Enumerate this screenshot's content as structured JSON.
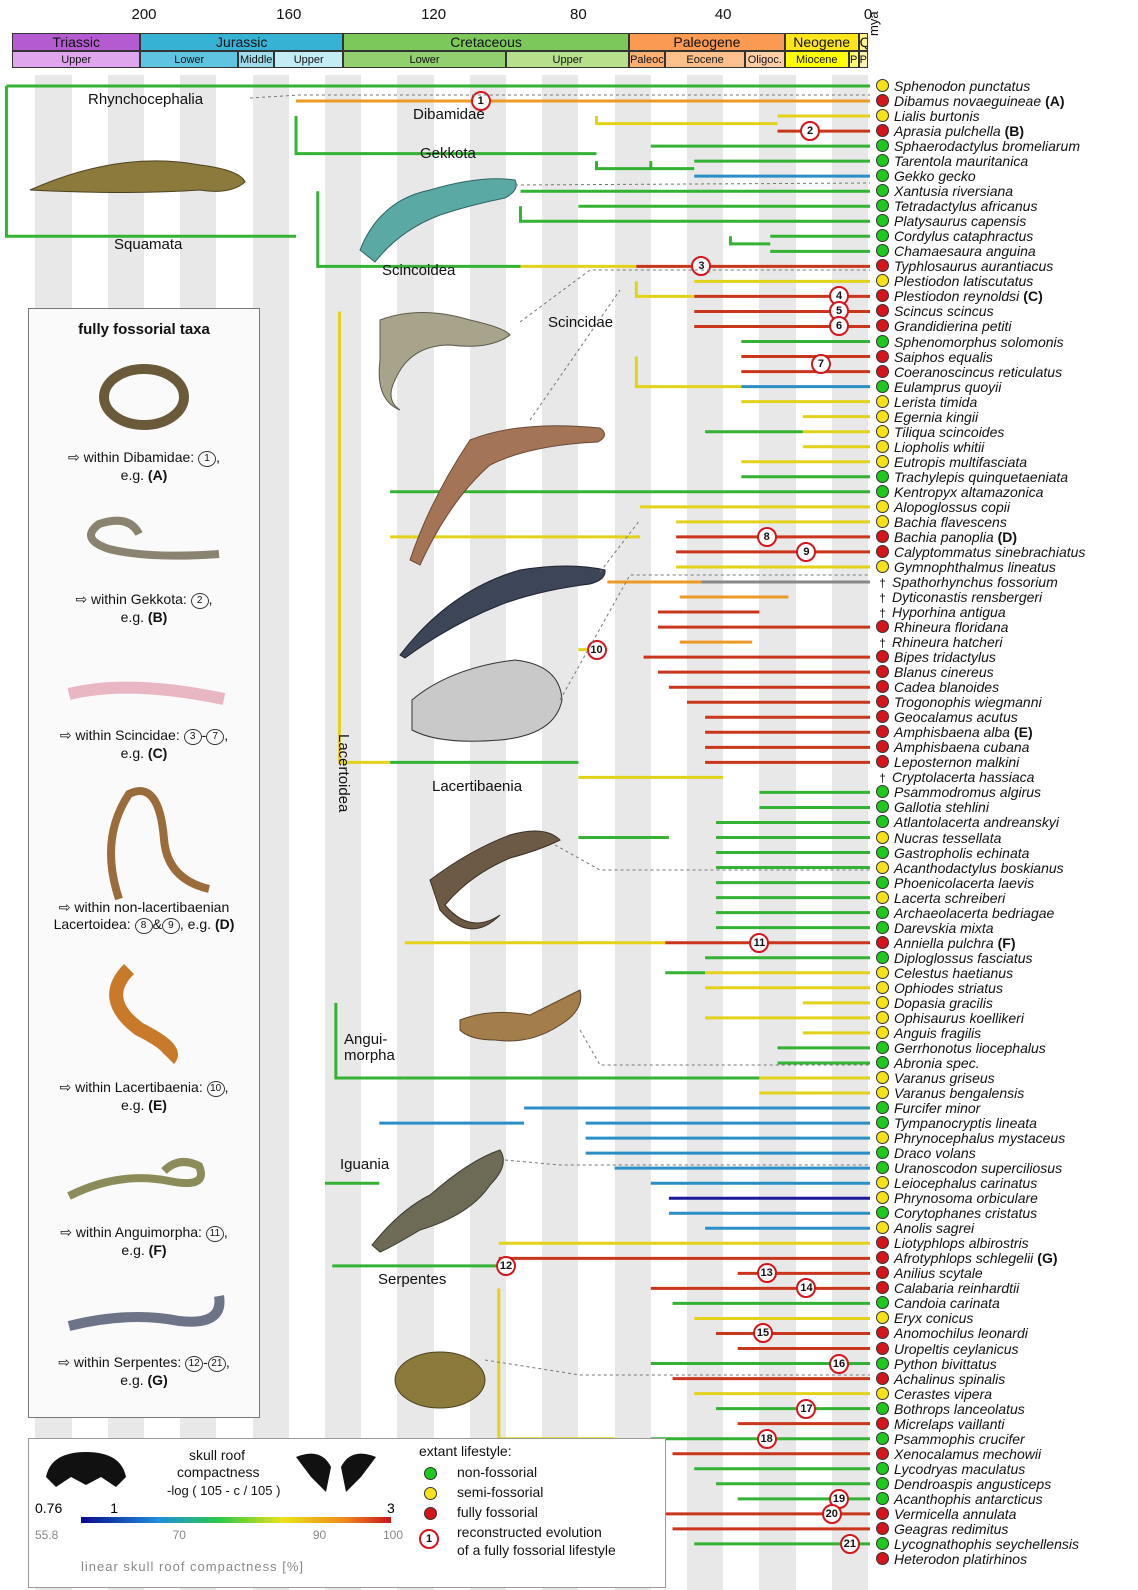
{
  "axis": {
    "ticks": [
      {
        "label": "200",
        "value": 200
      },
      {
        "label": "160",
        "value": 160
      },
      {
        "label": "120",
        "value": 120
      },
      {
        "label": "80",
        "value": 80
      },
      {
        "label": "40",
        "value": 40
      },
      {
        "label": "0",
        "value": 0
      }
    ],
    "unit": "mya",
    "periods": [
      {
        "label": "Triassic",
        "from": 240,
        "to": 201,
        "color": "#b55bd1"
      },
      {
        "label": "Jurassic",
        "from": 201,
        "to": 145,
        "color": "#35b2d4"
      },
      {
        "label": "Cretaceous",
        "from": 145,
        "to": 66,
        "color": "#7cc85a"
      },
      {
        "label": "Paleogene",
        "from": 66,
        "to": 23,
        "color": "#fb9a52"
      },
      {
        "label": "Neogene",
        "from": 23,
        "to": 2.6,
        "color": "#ffe619"
      },
      {
        "label": "Q",
        "from": 2.6,
        "to": 0,
        "color": "#fff28a"
      }
    ],
    "epochs": [
      {
        "label": "Upper",
        "from": 240,
        "to": 201,
        "color": "#dfa6ee"
      },
      {
        "label": "Lower",
        "from": 201,
        "to": 174,
        "color": "#5fc4df"
      },
      {
        "label": "Middle",
        "from": 174,
        "to": 164,
        "color": "#9fdcec"
      },
      {
        "label": "Upper",
        "from": 164,
        "to": 145,
        "color": "#c4ecf5"
      },
      {
        "label": "Lower",
        "from": 145,
        "to": 100,
        "color": "#92cf6e"
      },
      {
        "label": "Upper",
        "from": 100,
        "to": 66,
        "color": "#b7e08d"
      },
      {
        "label": "Paleoc.",
        "from": 66,
        "to": 56,
        "color": "#fdb06f"
      },
      {
        "label": "Eocene",
        "from": 56,
        "to": 34,
        "color": "#fdc08c"
      },
      {
        "label": "Oligoc.",
        "from": 34,
        "to": 23,
        "color": "#fecfa6"
      },
      {
        "label": "Miocene",
        "from": 23,
        "to": 5.3,
        "color": "#ffff00"
      },
      {
        "label": "P",
        "from": 5.3,
        "to": 2.6,
        "color": "#ffff6e"
      },
      {
        "label": "P",
        "from": 2.6,
        "to": 0,
        "color": "#fff2ae"
      }
    ]
  },
  "taxa": [
    {
      "name": "Sphenodon punctatus",
      "life": "y"
    },
    {
      "name": "Dibamus novaeguineae",
      "life": "r",
      "note": "(A)"
    },
    {
      "name": "Lialis burtonis",
      "life": "y"
    },
    {
      "name": "Aprasia pulchella",
      "life": "r",
      "note": "(B)"
    },
    {
      "name": "Sphaerodactylus bromeliarum",
      "life": "g"
    },
    {
      "name": "Tarentola mauritanica",
      "life": "g"
    },
    {
      "name": "Gekko gecko",
      "life": "g"
    },
    {
      "name": "Xantusia riversiana",
      "life": "g"
    },
    {
      "name": "Tetradactylus africanus",
      "life": "g"
    },
    {
      "name": "Platysaurus capensis",
      "life": "g"
    },
    {
      "name": "Cordylus cataphractus",
      "life": "g"
    },
    {
      "name": "Chamaesaura anguina",
      "life": "g"
    },
    {
      "name": "Typhlosaurus aurantiacus",
      "life": "r"
    },
    {
      "name": "Plestiodon latiscutatus",
      "life": "y"
    },
    {
      "name": "Plestiodon reynoldsi",
      "life": "r",
      "note": "(C)"
    },
    {
      "name": "Scincus scincus",
      "life": "r"
    },
    {
      "name": "Grandidierina petiti",
      "life": "r"
    },
    {
      "name": "Sphenomorphus solomonis",
      "life": "g"
    },
    {
      "name": "Saiphos equalis",
      "life": "r"
    },
    {
      "name": "Coeranoscincus reticulatus",
      "life": "r"
    },
    {
      "name": "Eulamprus quoyii",
      "life": "g"
    },
    {
      "name": "Lerista timida",
      "life": "y"
    },
    {
      "name": "Egernia kingii",
      "life": "y"
    },
    {
      "name": "Tiliqua scincoides",
      "life": "y"
    },
    {
      "name": "Liopholis whitii",
      "life": "y"
    },
    {
      "name": "Eutropis multifasciata",
      "life": "y"
    },
    {
      "name": "Trachylepis quinquetaeniata",
      "life": "g"
    },
    {
      "name": "Kentropyx altamazonica",
      "life": "g"
    },
    {
      "name": "Alopoglossus copii",
      "life": "y"
    },
    {
      "name": "Bachia flavescens",
      "life": "y"
    },
    {
      "name": "Bachia panoplia",
      "life": "r",
      "note": "(D)"
    },
    {
      "name": "Calyptommatus sinebrachiatus",
      "life": "r"
    },
    {
      "name": "Gymnophthalmus lineatus",
      "life": "y"
    },
    {
      "name": "Spathorhynchus fossorium",
      "life": "fossil"
    },
    {
      "name": "Dyticonastis rensbergeri",
      "life": "fossil"
    },
    {
      "name": "Hyporhina antigua",
      "life": "fossil"
    },
    {
      "name": "Rhineura floridana",
      "life": "r"
    },
    {
      "name": "Rhineura hatcheri",
      "life": "fossil"
    },
    {
      "name": "Bipes tridactylus",
      "life": "r"
    },
    {
      "name": "Blanus cinereus",
      "life": "r"
    },
    {
      "name": "Cadea blanoides",
      "life": "r"
    },
    {
      "name": "Trogonophis wiegmanni",
      "life": "r"
    },
    {
      "name": "Geocalamus acutus",
      "life": "r"
    },
    {
      "name": "Amphisbaena alba",
      "life": "r",
      "note": "(E)"
    },
    {
      "name": "Amphisbaena cubana",
      "life": "r"
    },
    {
      "name": "Leposternon malkini",
      "life": "r"
    },
    {
      "name": "Cryptolacerta hassiaca",
      "life": "fossil"
    },
    {
      "name": "Psammodromus algirus",
      "life": "g"
    },
    {
      "name": "Gallotia stehlini",
      "life": "g"
    },
    {
      "name": "Atlantolacerta andreanskyi",
      "life": "g"
    },
    {
      "name": "Nucras tessellata",
      "life": "y"
    },
    {
      "name": "Gastropholis echinata",
      "life": "g"
    },
    {
      "name": "Acanthodactylus boskianus",
      "life": "y"
    },
    {
      "name": "Phoenicolacerta laevis",
      "life": "g"
    },
    {
      "name": "Lacerta schreiberi",
      "life": "y"
    },
    {
      "name": "Archaeolacerta bedriagae",
      "life": "g"
    },
    {
      "name": "Darevskia mixta",
      "life": "g"
    },
    {
      "name": "Anniella pulchra",
      "life": "r",
      "note": "(F)"
    },
    {
      "name": "Diploglossus fasciatus",
      "life": "g"
    },
    {
      "name": "Celestus haetianus",
      "life": "y"
    },
    {
      "name": "Ophiodes striatus",
      "life": "y"
    },
    {
      "name": "Dopasia gracilis",
      "life": "y"
    },
    {
      "name": "Ophisaurus koellikeri",
      "life": "y"
    },
    {
      "name": "Anguis fragilis",
      "life": "y"
    },
    {
      "name": "Gerrhonotus liocephalus",
      "life": "g"
    },
    {
      "name": "Abronia spec.",
      "life": "g"
    },
    {
      "name": "Varanus griseus",
      "life": "y"
    },
    {
      "name": "Varanus bengalensis",
      "life": "y"
    },
    {
      "name": "Furcifer minor",
      "life": "g"
    },
    {
      "name": "Tympanocryptis lineata",
      "life": "g"
    },
    {
      "name": "Phrynocephalus mystaceus",
      "life": "y"
    },
    {
      "name": "Draco volans",
      "life": "g"
    },
    {
      "name": "Uranoscodon superciliosus",
      "life": "g"
    },
    {
      "name": "Leiocephalus carinatus",
      "life": "y"
    },
    {
      "name": "Phrynosoma orbiculare",
      "life": "y"
    },
    {
      "name": "Corytophanes cristatus",
      "life": "g"
    },
    {
      "name": "Anolis sagrei",
      "life": "y"
    },
    {
      "name": "Liotyphlops albirostris",
      "life": "r"
    },
    {
      "name": "Afrotyphlops schlegelii",
      "life": "r",
      "note": "(G)"
    },
    {
      "name": "Anilius scytale",
      "life": "r"
    },
    {
      "name": "Calabaria reinhardtii",
      "life": "r"
    },
    {
      "name": "Candoia carinata",
      "life": "g"
    },
    {
      "name": "Eryx conicus",
      "life": "y"
    },
    {
      "name": "Anomochilus leonardi",
      "life": "r"
    },
    {
      "name": "Uropeltis ceylanicus",
      "life": "r"
    },
    {
      "name": "Python bivittatus",
      "life": "g"
    },
    {
      "name": "Achalinus spinalis",
      "life": "r"
    },
    {
      "name": "Cerastes vipera",
      "life": "y"
    },
    {
      "name": "Bothrops lanceolatus",
      "life": "g"
    },
    {
      "name": "Micrelaps vaillanti",
      "life": "r"
    },
    {
      "name": "Psammophis crucifer",
      "life": "g"
    },
    {
      "name": "Xenocalamus mechowii",
      "life": "r"
    },
    {
      "name": "Lycodryas maculatus",
      "life": "g"
    },
    {
      "name": "Dendroaspis angusticeps",
      "life": "g"
    },
    {
      "name": "Acanthophis antarcticus",
      "life": "g"
    },
    {
      "name": "Vermicella annulata",
      "life": "r"
    },
    {
      "name": "Geagras redimitus",
      "life": "r"
    },
    {
      "name": "Lycognathophis seychellensis",
      "life": "g"
    },
    {
      "name": "Heterodon platirhinos",
      "life": "r"
    }
  ],
  "clades": {
    "rhyncho": "Rhynchocephalia",
    "squamata": "Squamata",
    "dibamidae": "Dibamidae",
    "gekkota": "Gekkota",
    "scincoidea": "Scincoidea",
    "scincidae": "Scincidae",
    "lacertoidea": "Lacertoidea",
    "lacertibaenia": "Lacertibaenia",
    "angui1": "Angui-",
    "angui2": "morpha",
    "iguania": "Iguania",
    "serpentes": "Serpentes"
  },
  "events": [
    {
      "n": "1",
      "row": 1,
      "t": 107
    },
    {
      "n": "2",
      "row": 3,
      "t": 16
    },
    {
      "n": "3",
      "row": 12,
      "t": 46
    },
    {
      "n": "4",
      "row": 14,
      "t": 8
    },
    {
      "n": "5",
      "row": 15,
      "t": 8
    },
    {
      "n": "6",
      "row": 16,
      "t": 8
    },
    {
      "n": "7",
      "row": 18.5,
      "t": 13
    },
    {
      "n": "8",
      "row": 30,
      "t": 28
    },
    {
      "n": "9",
      "row": 31,
      "t": 17
    },
    {
      "n": "10",
      "row": 37.5,
      "t": 75
    },
    {
      "n": "11",
      "row": 57,
      "t": 30
    },
    {
      "n": "12",
      "row": 78.5,
      "t": 100
    },
    {
      "n": "13",
      "row": 79,
      "t": 28
    },
    {
      "n": "14",
      "row": 80,
      "t": 17
    },
    {
      "n": "15",
      "row": 83,
      "t": 29
    },
    {
      "n": "16",
      "row": 85,
      "t": 8
    },
    {
      "n": "17",
      "row": 88,
      "t": 17
    },
    {
      "n": "18",
      "row": 90,
      "t": 28
    },
    {
      "n": "19",
      "row": 94,
      "t": 8
    },
    {
      "n": "20",
      "row": 95,
      "t": 10
    },
    {
      "n": "21",
      "row": 97,
      "t": 5
    }
  ],
  "panel": {
    "title": "fully fossorial taxa",
    "items": [
      {
        "pre": "⇨ within Dibamidae: ",
        "n1": "1",
        "mid": "",
        "n2": "",
        ",post": "",
        "post": ",",
        "line2": "e.g. ",
        "letter": "(A)"
      },
      {
        "pre": "⇨ within Gekkota: ",
        "n1": "2",
        "mid": "",
        "n2": "",
        "post": ",",
        "line2": "e.g. ",
        "letter": "(B)"
      },
      {
        "pre": "⇨ within Scincidae: ",
        "n1": "3",
        "mid": "-",
        "n2": "7",
        "post": ",",
        "line2": "e.g. ",
        "letter": "(C)"
      },
      {
        "pre0": "⇨ within non-lacertibaenian",
        "pre": "Lacertoidea: ",
        "n1": "8",
        "mid": "&",
        "n2": "9",
        "post": ", e.g. ",
        "letter": "(D)"
      },
      {
        "pre": "⇨ within Lacertibaenia: ",
        "n1": "10",
        "mid": "",
        "n2": "",
        "post": ",",
        "line2": "e.g. ",
        "letter": "(E)"
      },
      {
        "pre": "⇨ within Anguimorpha: ",
        "n1": "11",
        "mid": "",
        "n2": "",
        "post": ",",
        "line2": "e.g. ",
        "letter": "(F)"
      },
      {
        "pre": "⇨ within Serpentes: ",
        "n1": "12",
        "mid": "-",
        "n2": "21",
        "post": ",",
        "line2": "e.g. ",
        "letter": "(G)"
      }
    ]
  },
  "legend": {
    "scale_title1": "skull roof",
    "scale_title2": "compactness",
    "scale_formula": "-log ( 105 - c / 105 )",
    "ticks_top": [
      {
        "label": "0.76",
        "v": 0.76
      },
      {
        "label": "1",
        "v": 1
      },
      {
        "label": "3",
        "v": 3
      }
    ],
    "ticks_bottom": [
      {
        "label": "55.8",
        "v": 55.8
      },
      {
        "label": "70",
        "v": 70
      },
      {
        "label": "90",
        "v": 90
      },
      {
        "label": "100",
        "v": 100
      }
    ],
    "axis_label": "linear skull roof compactness [%]",
    "lifestyle_title": "extant lifestyle:",
    "nonfoss": "non-fossorial",
    "semifoss": "semi-fossorial",
    "fullyfoss": "fully fossorial",
    "recon1": "reconstructed evolution",
    "recon2": "of a fully fossorial lifestyle",
    "recon_n": "1",
    "colors": {
      "green": "#1ec81e",
      "yellow": "#f7e21a",
      "red": "#d4161c"
    }
  }
}
